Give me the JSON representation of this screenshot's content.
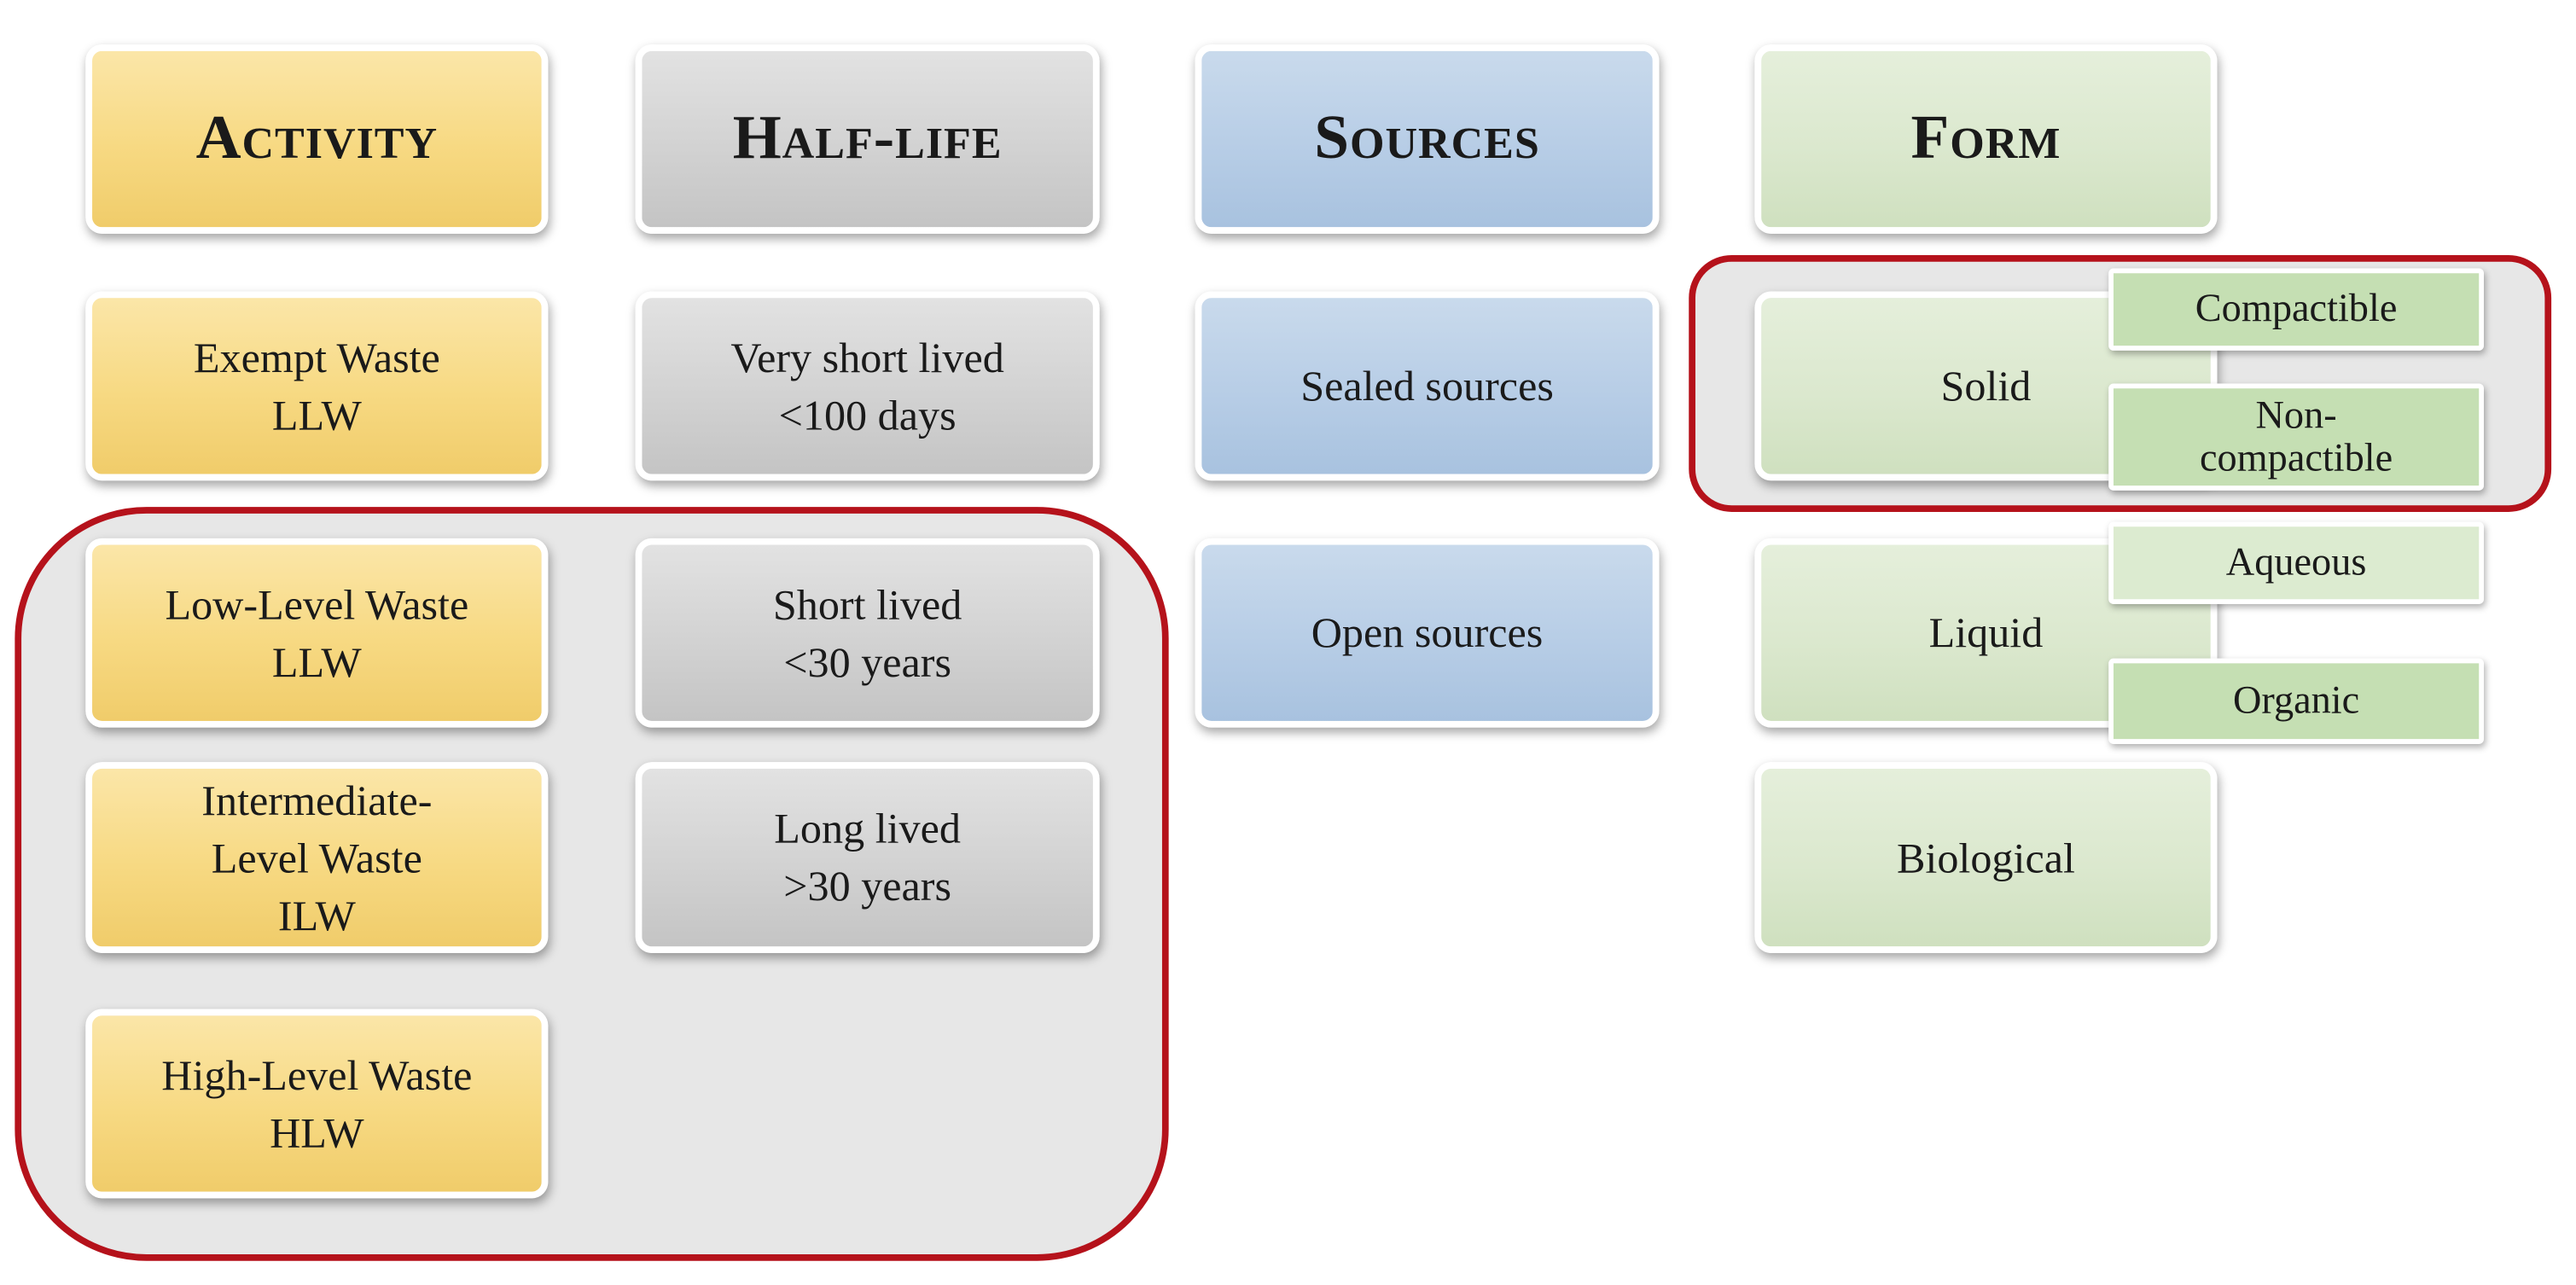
{
  "headers": {
    "activity": "Activity",
    "half_life": "Half-life",
    "sources": "Sources",
    "form": "Form"
  },
  "activity": {
    "exempt": "Exempt Waste\nLLW",
    "low": "Low-Level  Waste\nLLW",
    "intermediate": "Intermediate-\nLevel Waste\nILW",
    "high": "High-Level Waste\nHLW"
  },
  "half_life": {
    "very_short": "Very short lived\n<100 days",
    "short": "Short lived\n<30 years",
    "long": "Long lived\n>30 years"
  },
  "sources": {
    "sealed": "Sealed sources",
    "open": "Open sources"
  },
  "form": {
    "solid": "Solid",
    "solid_compactible": "Compactible",
    "solid_non_compactible": "Non-\ncompactible",
    "liquid": "Liquid",
    "liquid_aqueous": "Aqueous",
    "liquid_organic": "Organic",
    "biological": "Biological"
  },
  "colors": {
    "activity": "#f7d982",
    "half_life": "#d2d2d2",
    "sources": "#b7cde6",
    "form": "#dbe8ce",
    "form_sub": "#c5dfb3",
    "highlight_border": "#b5121b",
    "highlight_fill": "#e7e7e7"
  }
}
